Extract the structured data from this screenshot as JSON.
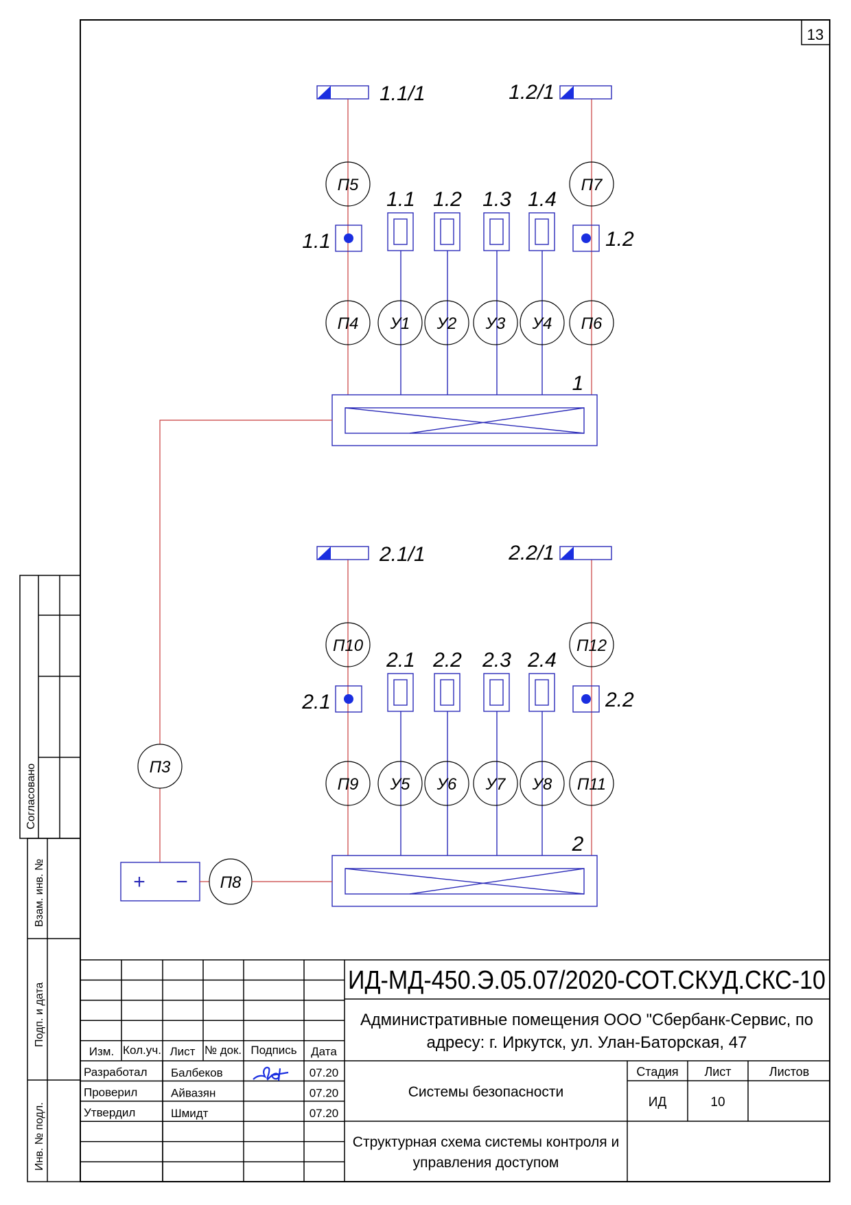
{
  "sheet_number": "13",
  "sections": [
    {
      "flags": [
        "1.1/1",
        "1.2/1"
      ],
      "top_nodes": [
        "П5",
        "П7"
      ],
      "readers": [
        "1.1",
        "1.2"
      ],
      "devices": [
        "1.1",
        "1.2",
        "1.3",
        "1.4"
      ],
      "bottom_nodes": [
        "П4",
        "У1",
        "У2",
        "У3",
        "У4",
        "П6"
      ],
      "controller": "1"
    },
    {
      "flags": [
        "2.1/1",
        "2.2/1"
      ],
      "top_nodes": [
        "П10",
        "П12"
      ],
      "readers": [
        "2.1",
        "2.2"
      ],
      "devices": [
        "2.1",
        "2.2",
        "2.3",
        "2.4"
      ],
      "bottom_nodes": [
        "П9",
        "У5",
        "У6",
        "У7",
        "У8",
        "П11"
      ],
      "controller": "2"
    }
  ],
  "power": {
    "node_top": "П3",
    "node_right": "П8",
    "plus": "+",
    "minus": "−"
  },
  "side_stamps": [
    "Согласовано",
    "Взам. инв. №",
    "Подп. и дата",
    "Инв. № подл."
  ],
  "title_block": {
    "doc_number": "ИД-МД-450.Э.05.07/2020-СОТ.СКУД.СКС-10",
    "address_line1": "Административные помещения ООО \"Сбербанк-Сервис, по",
    "address_line2": "адресу: г. Иркутск, ул. Улан-Баторская, 47",
    "section_name": "Системы безопасности",
    "sheet_title_line1": "Структурная схема системы контроля и",
    "sheet_title_line2": "управления доступом",
    "headers": [
      "Изм.",
      "Кол.уч.",
      "Лист",
      "№ док.",
      "Подпись",
      "Дата"
    ],
    "stage_headers": [
      "Стадия",
      "Лист",
      "Листов"
    ],
    "stage": "ИД",
    "sheet": "10",
    "sheets": "",
    "people": [
      {
        "role": "Разработал",
        "name": "Балбеков",
        "date": "07.20"
      },
      {
        "role": "Проверил",
        "name": "Айвазян",
        "date": "07.20"
      },
      {
        "role": "Утвердил",
        "name": "Шмидт",
        "date": "07.20"
      }
    ],
    "colors": {
      "blue": "#2a2ab8",
      "red": "#c83c3c"
    }
  }
}
